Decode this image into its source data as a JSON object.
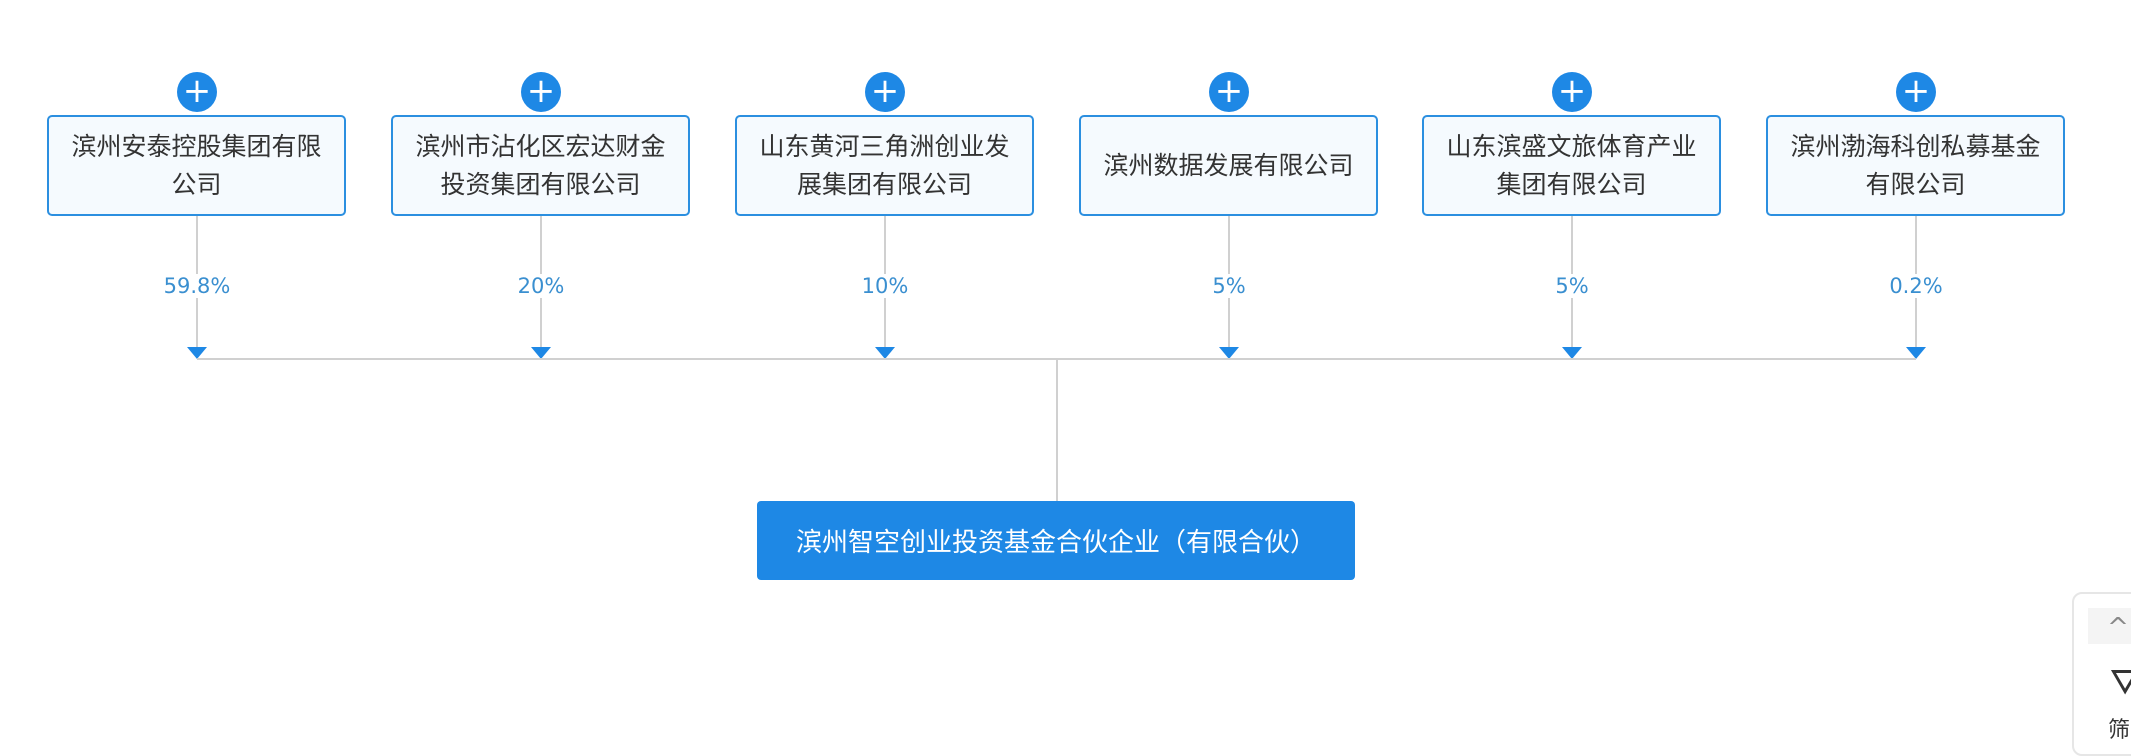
{
  "shareholders": [
    {
      "name": "滨州安泰控股集团有限公司",
      "percent": "59.8%"
    },
    {
      "name": "滨州市沾化区宏达财金投资集团有限公司",
      "percent": "20%"
    },
    {
      "name": "山东黄河三角洲创业发展集团有限公司",
      "percent": "10%"
    },
    {
      "name": "滨州数据发展有限公司",
      "percent": "5%"
    },
    {
      "name": "山东滨盛文旅体育产业集团有限公司",
      "percent": "5%"
    },
    {
      "name": "滨州渤海科创私募基金有限公司",
      "percent": "0.2%"
    }
  ],
  "expand_symbol": "+",
  "target": {
    "name": "滨州智空创业投资基金合伙企业（有限合伙）"
  },
  "side_panel": {
    "up_symbol": "^",
    "filter_label": "筛"
  },
  "colors": {
    "accent": "#1e88e5",
    "line": "#d0d0d0",
    "percent": "#3a8fd0"
  }
}
